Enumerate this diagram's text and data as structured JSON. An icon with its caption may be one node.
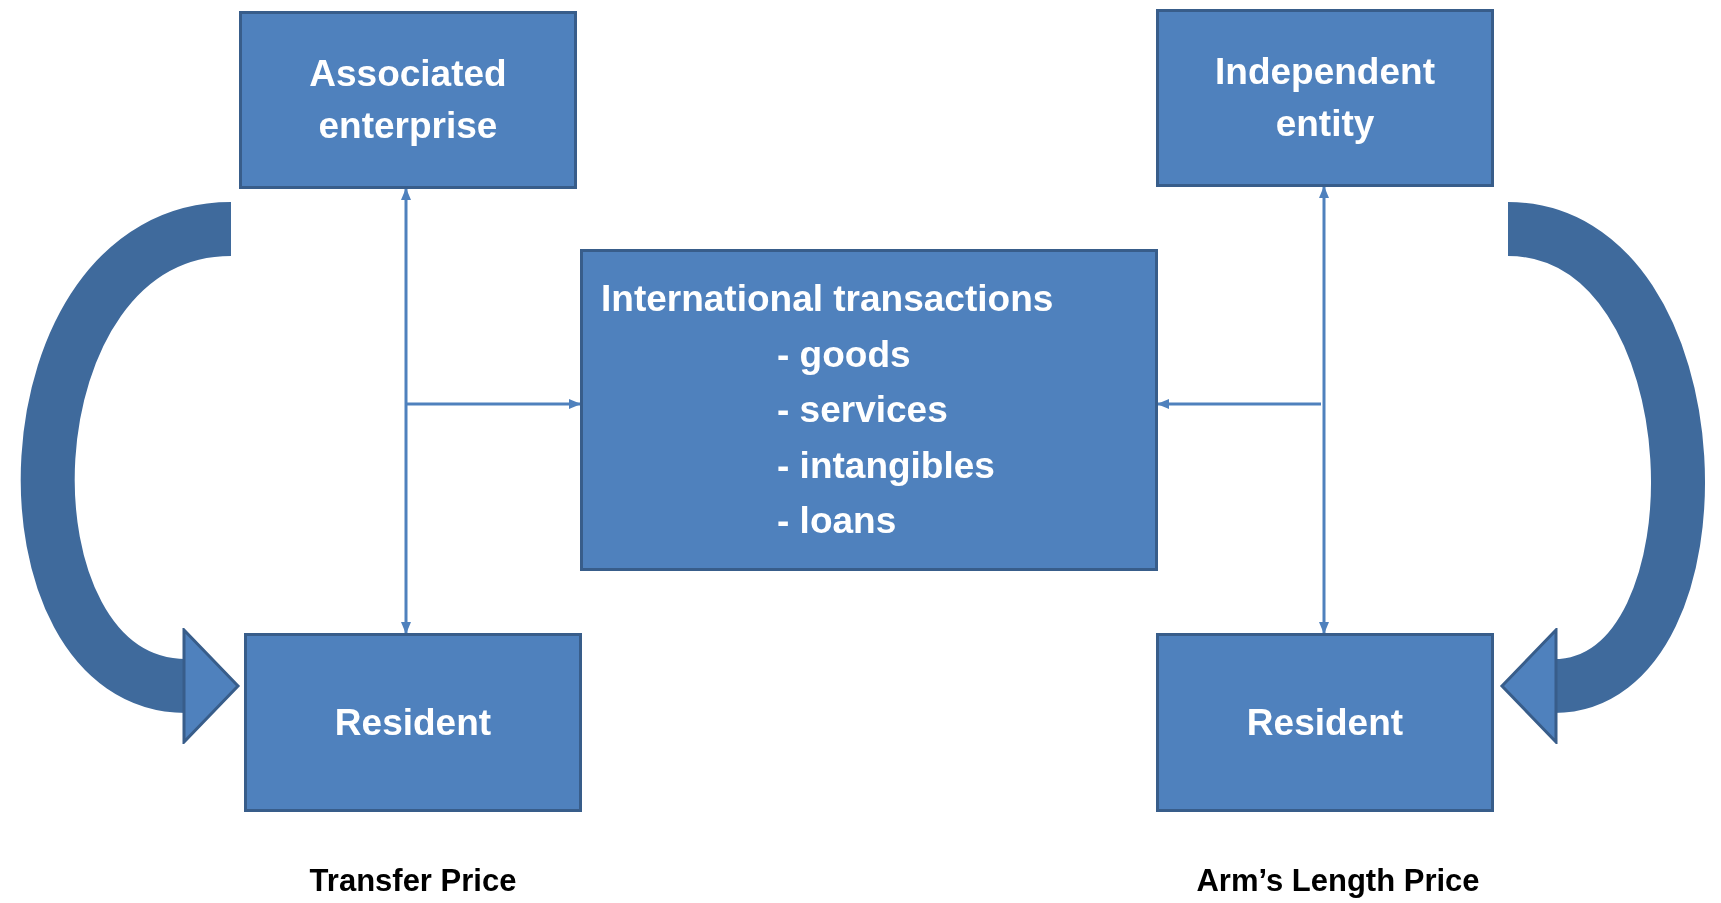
{
  "diagram": {
    "nodes": [
      {
        "text": [
          "Associated enterprise"
        ]
      },
      {
        "text": [
          "Independent entity"
        ]
      },
      {
        "text": [
          "International transactions",
          "- goods",
          "- services",
          "- intangibles",
          "- loans"
        ]
      },
      {
        "text": [
          "Resident"
        ]
      },
      {
        "text": [
          "Resident"
        ]
      }
    ],
    "edges": [
      {
        "from": 0,
        "to": 3,
        "arrow": "both"
      },
      {
        "from": null,
        "to": 2,
        "arrow": "to"
      },
      {
        "from": 1,
        "to": 4,
        "arrow": "both"
      },
      {
        "from": null,
        "to": 2,
        "arrow": "to"
      },
      {
        "from": 0,
        "to": 3,
        "arrow": "to",
        "style": "thick",
        "color": "#3f6a9c"
      },
      {
        "from": 1,
        "to": 4,
        "arrow": "to",
        "style": "thick",
        "color": "#3f6a9c"
      }
    ],
    "labels": [
      "Transfer Price",
      "Arm’s Length Price"
    ]
  }
}
